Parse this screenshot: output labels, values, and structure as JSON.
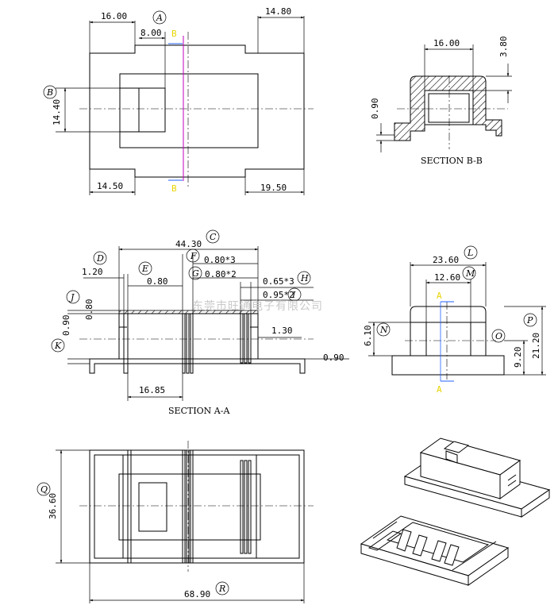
{
  "top_view": {
    "dims": {
      "d1": "16.00",
      "d2": "8.00",
      "d3": "14.80",
      "d4": "14.40",
      "d5": "14.50",
      "d6": "19.50"
    },
    "bubbles": {
      "a": "A",
      "b": "B"
    },
    "section_mark": "B"
  },
  "section_bb": {
    "dims": {
      "w": "16.00",
      "h": "3.80",
      "t": "0.90"
    },
    "caption": "SECTION B-B"
  },
  "section_aa": {
    "dims": {
      "c": "44.30",
      "f": "0.80*3",
      "g": "0.80*2",
      "h": "0.65*3",
      "i": "0.95*2",
      "d": "1.20",
      "e": "0.80",
      "j": "0.80",
      "k": "0.90",
      "gap": "1.30",
      "base": "0.90",
      "bottom": "16.85"
    },
    "bubbles": {
      "c": "C",
      "d": "D",
      "e": "E",
      "f": "F",
      "g": "G",
      "h": "H",
      "i": "I",
      "j": "J",
      "k": "K"
    },
    "caption": "SECTION A-A"
  },
  "side_view": {
    "dims": {
      "l": "23.60",
      "m": "12.60",
      "n": "6.10",
      "o": "9.20",
      "p": "21.20"
    },
    "bubbles": {
      "l": "L",
      "m": "M",
      "n": "N",
      "o": "O",
      "p": "P"
    },
    "section_mark": "A"
  },
  "bottom_view": {
    "dims": {
      "q": "36.60",
      "r": "68.90"
    },
    "bubbles": {
      "q": "Q",
      "r": "R"
    }
  },
  "watermark": "东莞市旺通电子有限公司"
}
